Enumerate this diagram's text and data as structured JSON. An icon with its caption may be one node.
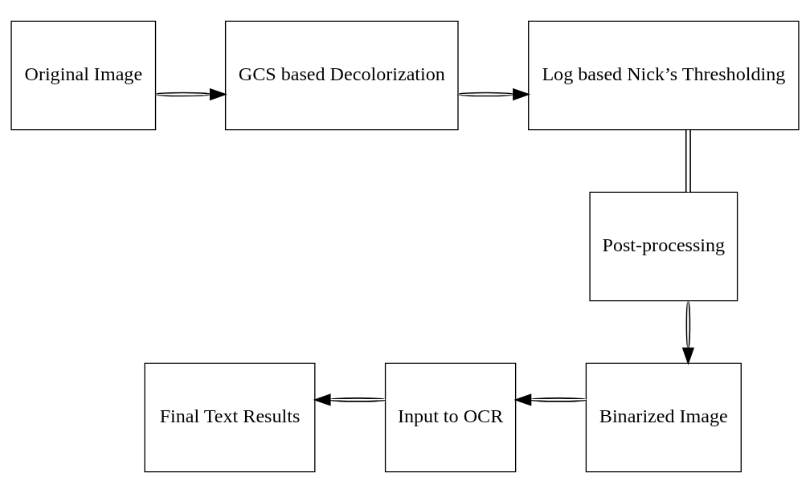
{
  "diagram": {
    "nodes": [
      {
        "text": [
          "Original Image"
        ]
      },
      {
        "text": [
          "GCS based Decolorization"
        ]
      },
      {
        "text": [
          "Log based Nick’s Thresholding"
        ]
      },
      {
        "text": [
          "Post-processing"
        ]
      },
      {
        "text": [
          "Binarized Image"
        ]
      },
      {
        "text": [
          "Input to OCR"
        ]
      },
      {
        "text": [
          "Final Text Results"
        ]
      }
    ],
    "edges": [
      {
        "from": 0,
        "to": 1,
        "arrow": "to"
      },
      {
        "from": 1,
        "to": 2,
        "arrow": "to"
      },
      {
        "from": 2,
        "to": 3,
        "arrow": "none"
      },
      {
        "from": 3,
        "to": 4,
        "arrow": "to"
      },
      {
        "from": 4,
        "to": 5,
        "arrow": "to"
      },
      {
        "from": 5,
        "to": 6,
        "arrow": "to"
      }
    ]
  }
}
